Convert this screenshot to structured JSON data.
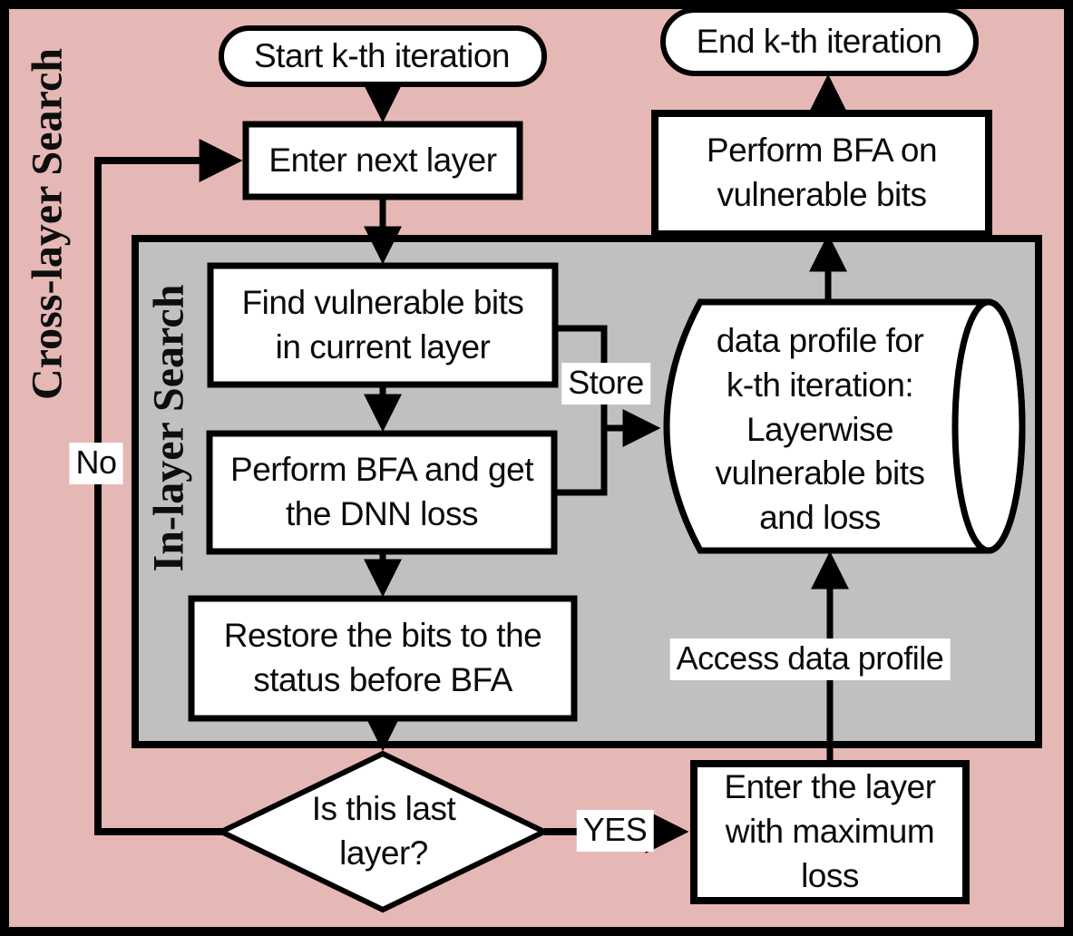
{
  "diagram": {
    "outer_label": "Cross-layer Search",
    "inner_label": "In-layer Search",
    "nodes": {
      "start": "Start k-th iteration",
      "end": "End k-th iteration",
      "enter_next_layer": "Enter next layer",
      "perform_bfa_vulnerable": "Perform BFA on\nvulnerable bits",
      "find_vulnerable_bits": "Find vulnerable bits\nin current layer",
      "perform_bfa_loss": "Perform BFA and get\nthe DNN loss",
      "restore_bits": "Restore the bits to the\nstatus before BFA",
      "is_last_layer": "Is this last\nlayer?",
      "data_profile": "data profile for\nk-th iteration:\nLayerwise\nvulnerable bits\nand loss",
      "enter_max_loss_layer": "Enter the layer\nwith maximum\nloss"
    },
    "edge_labels": {
      "store": "Store",
      "yes": "YES",
      "no": "No",
      "access": "Access data profile"
    },
    "colors": {
      "background_pink": "#e6b8b5",
      "inner_gray": "#c1c0c0",
      "node_fill": "#ffffff",
      "line_black": "#000000"
    }
  }
}
